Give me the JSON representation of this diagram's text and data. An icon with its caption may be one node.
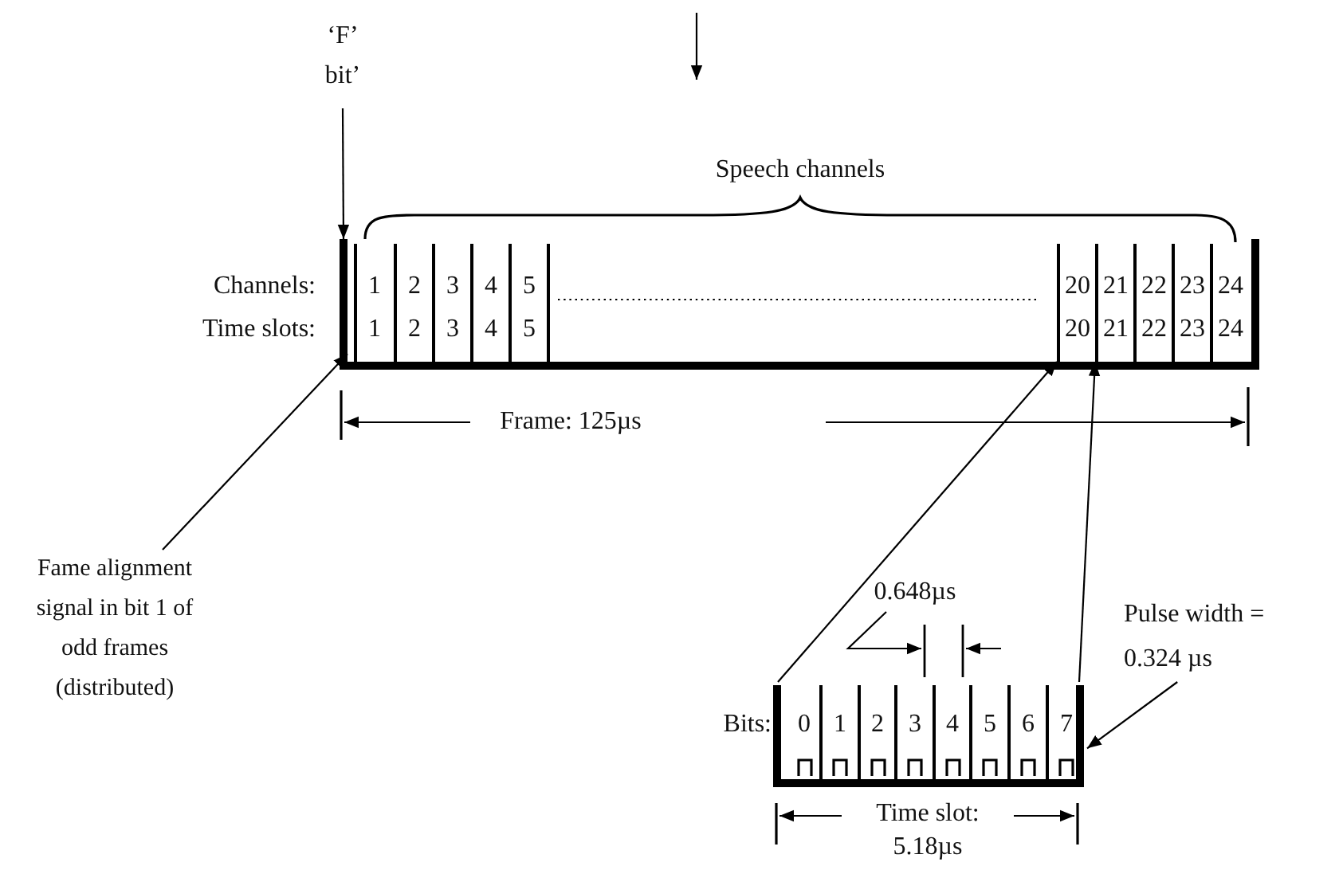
{
  "diagram": {
    "nodes": [
      {
        "text": [
          "‘F’ bit’"
        ]
      },
      {
        "text": [],
        "shape": "box"
      },
      {
        "text": [],
        "shape": "bar",
        "in": 1
      },
      {
        "text": [
          "1",
          "1"
        ],
        "in": 1
      },
      {
        "text": [
          "2",
          "2"
        ],
        "in": 1
      },
      {
        "text": [
          "3",
          "3"
        ],
        "in": 1
      },
      {
        "text": [
          "4",
          "4"
        ],
        "in": 1
      },
      {
        "text": [
          "5",
          "5"
        ],
        "in": 1
      },
      {
        "text": [
          "20",
          "20"
        ],
        "in": 1
      },
      {
        "text": [
          "21",
          "21"
        ],
        "in": 1
      },
      {
        "text": [
          "22",
          "22"
        ],
        "in": 1
      },
      {
        "text": [
          "23",
          "23"
        ],
        "in": 1
      },
      {
        "text": [
          "24",
          "24"
        ],
        "in": 1
      },
      {
        "text": [
          "Fame alignment signal in bit 1 of odd frames (distributed)"
        ]
      },
      {
        "text": [],
        "shape": "box"
      },
      {
        "text": [
          "0"
        ],
        "in": 14
      },
      {
        "text": [
          "1"
        ],
        "in": 14
      },
      {
        "text": [
          "2"
        ],
        "in": 14
      },
      {
        "text": [
          "3"
        ],
        "in": 14
      },
      {
        "text": [
          "4"
        ],
        "in": 14
      },
      {
        "text": [
          "5"
        ],
        "in": 14
      },
      {
        "text": [
          "6"
        ],
        "in": 14
      },
      {
        "text": [
          "7"
        ],
        "in": 14
      },
      {
        "text": [
          "Pulse width = 0.324 µs"
        ]
      }
    ],
    "edges": [
      {
        "from": 0,
        "to": 2,
        "arrow": "to"
      },
      {
        "from": 13,
        "to": 2,
        "arrow": "to"
      },
      {
        "from": 14,
        "to": 8,
        "arrow": "to"
      },
      {
        "from": 14,
        "to": 8,
        "arrow": "to"
      },
      {
        "from": 23,
        "to": 14,
        "arrow": "to"
      }
    ],
    "labels": [
      "Speech channels",
      "Channels:",
      "Time slots:",
      "Frame: 125µs",
      "0.648µs",
      "Bits:",
      "Time slot: 5.18µs"
    ]
  }
}
